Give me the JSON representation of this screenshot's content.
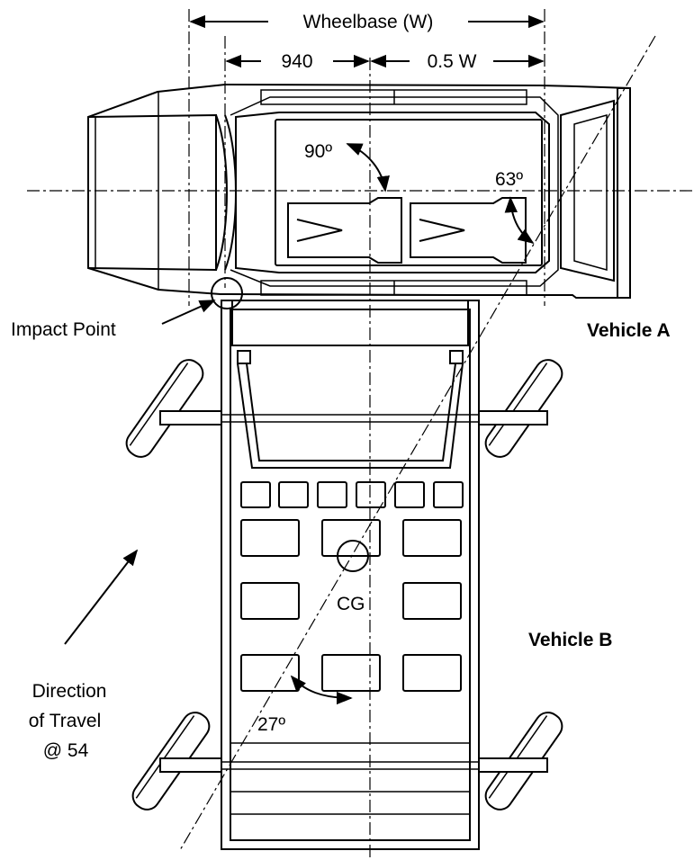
{
  "labels": {
    "wheelbase": "Wheelbase (W)",
    "dim_940": "940",
    "dim_half_w": "0.5 W",
    "angle_90": "90º",
    "angle_63": "63º",
    "angle_27": "27º",
    "impact_point": "Impact Point",
    "vehicle_a": "Vehicle A",
    "vehicle_b": "Vehicle B",
    "cg": "CG",
    "direction_line1": "Direction",
    "direction_line2": "of Travel",
    "direction_line3": "@ 54"
  }
}
